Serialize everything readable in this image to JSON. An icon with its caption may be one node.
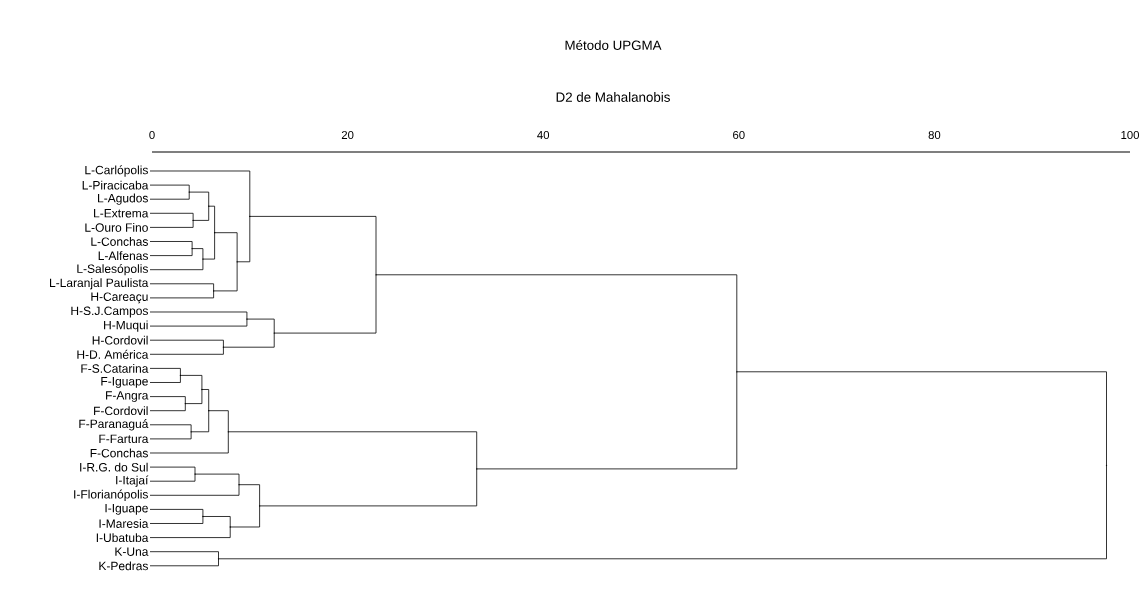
{
  "diagram": {
    "title": "Método UPGMA",
    "nodes": [
      {
        "text": [
          "L-Carlópolis"
        ]
      },
      {
        "text": [
          "L-Piracicaba"
        ]
      },
      {
        "text": [
          "L-Agudos"
        ]
      },
      {
        "text": [
          "L-Extrema"
        ]
      },
      {
        "text": [
          "L-Ouro Fino"
        ]
      },
      {
        "text": [
          "L-Conchas"
        ]
      },
      {
        "text": [
          "L-Alfenas"
        ]
      },
      {
        "text": [
          "L-Salesópolis"
        ]
      },
      {
        "text": [
          "L-Laranjal Paulista"
        ]
      },
      {
        "text": [
          "H-Careaçu"
        ]
      },
      {
        "text": [
          "H-S.J.Campos"
        ]
      },
      {
        "text": [
          "H-Muqui"
        ]
      },
      {
        "text": [
          "H-Cordovil"
        ]
      },
      {
        "text": [
          "H-D. América"
        ]
      },
      {
        "text": [
          "F-S.Catarina"
        ]
      },
      {
        "text": [
          "F-Iguape"
        ]
      },
      {
        "text": [
          "F-Angra"
        ]
      },
      {
        "text": [
          "F-Cordovil"
        ]
      },
      {
        "text": [
          "F-Paranaguá"
        ]
      },
      {
        "text": [
          "F-Fartura"
        ]
      },
      {
        "text": [
          "F-Conchas"
        ]
      },
      {
        "text": [
          "I-R.G. do Sul"
        ]
      },
      {
        "text": [
          "I-Itajaí"
        ]
      },
      {
        "text": [
          "I-Florianópolis"
        ]
      },
      {
        "text": [
          "I-Iguape"
        ]
      },
      {
        "text": [
          "I-Maresia"
        ]
      },
      {
        "text": [
          "I-Ubatuba"
        ]
      },
      {
        "text": [
          "K-Una"
        ]
      },
      {
        "text": [
          "K-Pedras"
        ]
      },
      {
        "text": [],
        "shape": "point"
      },
      {
        "text": [],
        "shape": "point"
      },
      {
        "text": [],
        "shape": "point"
      },
      {
        "text": [],
        "shape": "point"
      },
      {
        "text": [],
        "shape": "point"
      },
      {
        "text": [],
        "shape": "point"
      },
      {
        "text": [],
        "shape": "point"
      },
      {
        "text": [],
        "shape": "point"
      },
      {
        "text": [],
        "shape": "point"
      },
      {
        "text": [],
        "shape": "point"
      },
      {
        "text": [],
        "shape": "point"
      },
      {
        "text": [],
        "shape": "point"
      },
      {
        "text": [],
        "shape": "point"
      },
      {
        "text": [],
        "shape": "point"
      },
      {
        "text": [],
        "shape": "point"
      },
      {
        "text": [],
        "shape": "point"
      },
      {
        "text": [],
        "shape": "point"
      },
      {
        "text": [],
        "shape": "point"
      },
      {
        "text": [],
        "shape": "point"
      },
      {
        "text": [],
        "shape": "point"
      },
      {
        "text": [],
        "shape": "point"
      },
      {
        "text": [],
        "shape": "point"
      },
      {
        "text": [],
        "shape": "point"
      },
      {
        "text": [],
        "shape": "point"
      },
      {
        "text": [],
        "shape": "point"
      },
      {
        "text": [],
        "shape": "point"
      },
      {
        "text": [],
        "shape": "point"
      },
      {
        "text": [],
        "shape": "point"
      }
    ],
    "edges": [
      {
        "from": 29,
        "to": 1,
        "arrow": "none"
      },
      {
        "from": 29,
        "to": 2,
        "arrow": "none"
      },
      {
        "from": 30,
        "to": 3,
        "arrow": "none"
      },
      {
        "from": 30,
        "to": 4,
        "arrow": "none"
      },
      {
        "from": 31,
        "to": 29,
        "arrow": "none"
      },
      {
        "from": 31,
        "to": 30,
        "arrow": "none"
      },
      {
        "from": 32,
        "to": 5,
        "arrow": "none"
      },
      {
        "from": 32,
        "to": 6,
        "arrow": "none"
      },
      {
        "from": 33,
        "to": 32,
        "arrow": "none"
      },
      {
        "from": 33,
        "to": 7,
        "arrow": "none"
      },
      {
        "from": 34,
        "to": 31,
        "arrow": "none"
      },
      {
        "from": 34,
        "to": 33,
        "arrow": "none"
      },
      {
        "from": 35,
        "to": 8,
        "arrow": "none"
      },
      {
        "from": 35,
        "to": 9,
        "arrow": "none"
      },
      {
        "from": 36,
        "to": 34,
        "arrow": "none"
      },
      {
        "from": 36,
        "to": 35,
        "arrow": "none"
      },
      {
        "from": 37,
        "to": 0,
        "arrow": "none"
      },
      {
        "from": 37,
        "to": 36,
        "arrow": "none"
      },
      {
        "from": 38,
        "to": 10,
        "arrow": "none"
      },
      {
        "from": 38,
        "to": 11,
        "arrow": "none"
      },
      {
        "from": 39,
        "to": 12,
        "arrow": "none"
      },
      {
        "from": 39,
        "to": 13,
        "arrow": "none"
      },
      {
        "from": 40,
        "to": 38,
        "arrow": "none"
      },
      {
        "from": 40,
        "to": 39,
        "arrow": "none"
      },
      {
        "from": 41,
        "to": 37,
        "arrow": "none"
      },
      {
        "from": 41,
        "to": 40,
        "arrow": "none"
      },
      {
        "from": 42,
        "to": 14,
        "arrow": "none"
      },
      {
        "from": 42,
        "to": 15,
        "arrow": "none"
      },
      {
        "from": 43,
        "to": 16,
        "arrow": "none"
      },
      {
        "from": 43,
        "to": 17,
        "arrow": "none"
      },
      {
        "from": 44,
        "to": 42,
        "arrow": "none"
      },
      {
        "from": 44,
        "to": 43,
        "arrow": "none"
      },
      {
        "from": 45,
        "to": 18,
        "arrow": "none"
      },
      {
        "from": 45,
        "to": 19,
        "arrow": "none"
      },
      {
        "from": 46,
        "to": 44,
        "arrow": "none"
      },
      {
        "from": 46,
        "to": 45,
        "arrow": "none"
      },
      {
        "from": 47,
        "to": 46,
        "arrow": "none"
      },
      {
        "from": 47,
        "to": 20,
        "arrow": "none"
      },
      {
        "from": 48,
        "to": 21,
        "arrow": "none"
      },
      {
        "from": 48,
        "to": 22,
        "arrow": "none"
      },
      {
        "from": 49,
        "to": 48,
        "arrow": "none"
      },
      {
        "from": 49,
        "to": 23,
        "arrow": "none"
      },
      {
        "from": 50,
        "to": 24,
        "arrow": "none"
      },
      {
        "from": 50,
        "to": 25,
        "arrow": "none"
      },
      {
        "from": 51,
        "to": 50,
        "arrow": "none"
      },
      {
        "from": 51,
        "to": 26,
        "arrow": "none"
      },
      {
        "from": 52,
        "to": 49,
        "arrow": "none"
      },
      {
        "from": 52,
        "to": 51,
        "arrow": "none"
      },
      {
        "from": 53,
        "to": 47,
        "arrow": "none"
      },
      {
        "from": 53,
        "to": 52,
        "arrow": "none"
      },
      {
        "from": 54,
        "to": 41,
        "arrow": "none"
      },
      {
        "from": 54,
        "to": 53,
        "arrow": "none"
      },
      {
        "from": 55,
        "to": 27,
        "arrow": "none"
      },
      {
        "from": 55,
        "to": 28,
        "arrow": "none"
      },
      {
        "from": 56,
        "to": 54,
        "arrow": "none"
      },
      {
        "from": 56,
        "to": 55,
        "arrow": "none"
      }
    ],
    "labels": [
      "D2 de Mahalanobis",
      "0",
      "20",
      "40",
      "60",
      "80",
      "100"
    ]
  }
}
